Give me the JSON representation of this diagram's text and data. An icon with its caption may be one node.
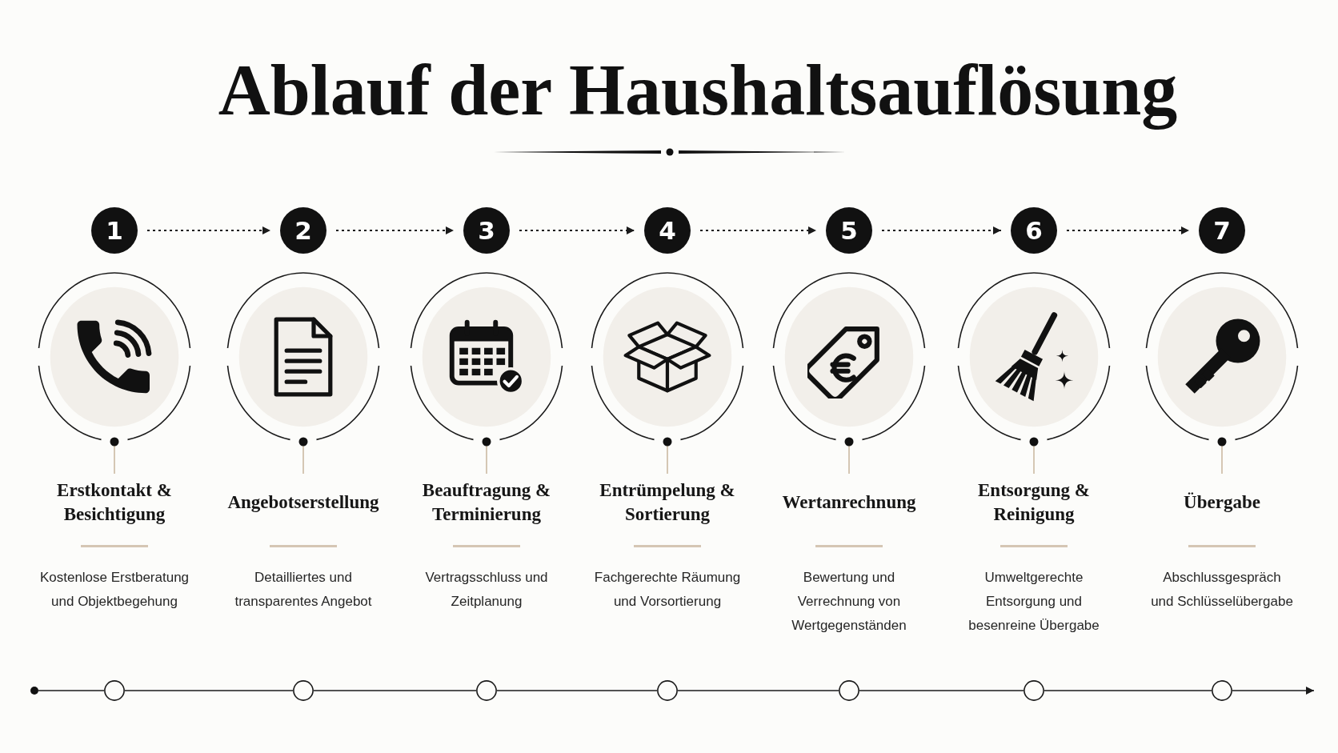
{
  "diagram": {
    "title": "Ablauf der Haushaltsauflösung",
    "nodes": [
      {
        "text": [
          "1"
        ]
      },
      {
        "text": [
          "2"
        ]
      },
      {
        "text": [
          "3"
        ]
      },
      {
        "text": [
          "4"
        ]
      },
      {
        "text": [
          "5"
        ]
      },
      {
        "text": [
          "6"
        ]
      },
      {
        "text": [
          "7"
        ]
      },
      {
        "text": [],
        "shape": "picture"
      },
      {
        "text": [],
        "shape": "picture"
      },
      {
        "text": [],
        "shape": "picture"
      },
      {
        "text": [],
        "shape": "picture"
      },
      {
        "text": [],
        "shape": "picture"
      },
      {
        "text": [],
        "shape": "picture"
      },
      {
        "text": [],
        "shape": "picture"
      },
      {
        "text": [
          "Erstkontakt & Besichtigung",
          "Kostenlose Erstberatung und Objektbegehung"
        ]
      },
      {
        "text": [
          "Angebotserstellung",
          "Detailliertes und transparentes Angebot"
        ]
      },
      {
        "text": [
          "Beauftragung & Terminierung",
          "Vertragsschluss und Zeitplanung"
        ]
      },
      {
        "text": [
          "Entrümpelung & Sortierung",
          "Fachgerechte Räumung und Vorsortierung"
        ]
      },
      {
        "text": [
          "Wertanrechnung",
          "Bewertung und Verrechnung von Wertgegenständen"
        ]
      },
      {
        "text": [
          "Entsorgung & Reinigung",
          "Umweltgerechte Entsorgung und besenreine Übergabe"
        ]
      },
      {
        "text": [
          "Übergabe",
          "Abschlussgespräch und Schlüsselübergabe"
        ]
      },
      {
        "text": [],
        "shape": "dot"
      },
      {
        "text": [],
        "shape": "circle"
      },
      {
        "text": [],
        "shape": "circle"
      },
      {
        "text": [],
        "shape": "circle"
      },
      {
        "text": [],
        "shape": "circle"
      },
      {
        "text": [],
        "shape": "circle"
      },
      {
        "text": [],
        "shape": "circle"
      },
      {
        "text": [],
        "shape": "circle"
      }
    ],
    "edges": [
      {
        "from": 0,
        "to": 1,
        "arrow": "to",
        "style": "dashed"
      },
      {
        "from": 1,
        "to": 2,
        "arrow": "to",
        "style": "dashed"
      },
      {
        "from": 2,
        "to": 3,
        "arrow": "to",
        "style": "dashed"
      },
      {
        "from": 3,
        "to": 4,
        "arrow": "to",
        "style": "dashed"
      },
      {
        "from": 4,
        "to": 5,
        "arrow": "to",
        "style": "dashed"
      },
      {
        "from": 5,
        "to": 6,
        "arrow": "to",
        "style": "dashed"
      },
      {
        "from": 7,
        "to": 14,
        "arrow": "other",
        "color": "#cbb9a3"
      },
      {
        "from": 8,
        "to": 15,
        "arrow": "other",
        "color": "#cbb9a3"
      },
      {
        "from": 9,
        "to": 16,
        "arrow": "other",
        "color": "#cbb9a3"
      },
      {
        "from": 10,
        "to": 17,
        "arrow": "other",
        "color": "#cbb9a3"
      },
      {
        "from": 11,
        "to": 18,
        "arrow": "other",
        "color": "#cbb9a3"
      },
      {
        "from": 12,
        "to": 19,
        "arrow": "other",
        "color": "#cbb9a3"
      },
      {
        "from": 13,
        "to": 20,
        "arrow": "other",
        "color": "#cbb9a3"
      },
      {
        "from": 21,
        "to": 22,
        "arrow": "none"
      },
      {
        "from": 22,
        "to": 23,
        "arrow": "none"
      },
      {
        "from": 23,
        "to": 24,
        "arrow": "none"
      },
      {
        "from": 24,
        "to": 25,
        "arrow": "none"
      },
      {
        "from": 25,
        "to": 26,
        "arrow": "none"
      },
      {
        "from": 26,
        "to": 27,
        "arrow": "none"
      },
      {
        "from": 27,
        "to": 28,
        "arrow": "none"
      },
      {
        "from": 28,
        "to": null,
        "arrow": "to"
      }
    ]
  }
}
